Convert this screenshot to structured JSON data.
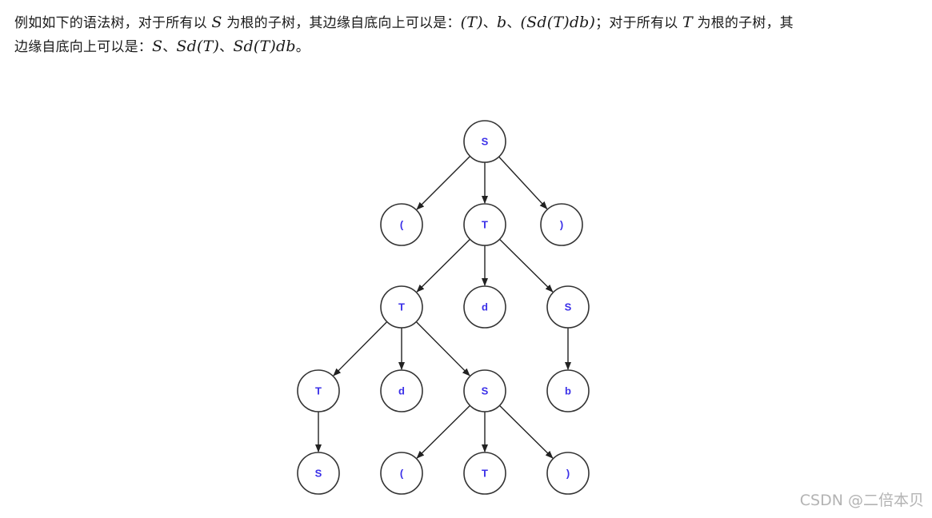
{
  "paragraph": {
    "part1": "例如如下的语法树，对于所有以 ",
    "sym_S": "S",
    "part2": " 为根的子树，其边缘自底向上可以是：",
    "edge1": "(T)",
    "sep1": "、",
    "edge2": "b",
    "sep2": "、",
    "edge3": "(Sd(T)db)",
    "part3": "；对于所有以 ",
    "sym_T": "T",
    "part4": " 为根的子树，其",
    "part5": "边缘自底向上可以是：",
    "tedge1": "S",
    "sep3": "、",
    "tedge2": "Sd(T)",
    "sep4": "、",
    "tedge3": "Sd(T)db",
    "end": "。"
  },
  "tree": {
    "nodes": [
      {
        "id": "n1",
        "label": "S"
      },
      {
        "id": "n2",
        "label": "("
      },
      {
        "id": "n3",
        "label": "T"
      },
      {
        "id": "n4",
        "label": ")"
      },
      {
        "id": "n5",
        "label": "T"
      },
      {
        "id": "n6",
        "label": "d"
      },
      {
        "id": "n7",
        "label": "S"
      },
      {
        "id": "n8",
        "label": "T"
      },
      {
        "id": "n9",
        "label": "d"
      },
      {
        "id": "n10",
        "label": "S"
      },
      {
        "id": "n11",
        "label": "b"
      },
      {
        "id": "n12",
        "label": "S"
      },
      {
        "id": "n13",
        "label": "("
      },
      {
        "id": "n14",
        "label": "T"
      },
      {
        "id": "n15",
        "label": ")"
      }
    ],
    "edges": [
      [
        "n1",
        "n2"
      ],
      [
        "n1",
        "n3"
      ],
      [
        "n1",
        "n4"
      ],
      [
        "n3",
        "n5"
      ],
      [
        "n3",
        "n6"
      ],
      [
        "n3",
        "n7"
      ],
      [
        "n5",
        "n8"
      ],
      [
        "n5",
        "n9"
      ],
      [
        "n5",
        "n10"
      ],
      [
        "n7",
        "n11"
      ],
      [
        "n8",
        "n12"
      ],
      [
        "n10",
        "n13"
      ],
      [
        "n10",
        "n14"
      ],
      [
        "n10",
        "n15"
      ]
    ],
    "colors": {
      "node_stroke": "#333333",
      "label": "#3b30e8",
      "edge": "#222222"
    }
  },
  "watermark": "CSDN @二倍本贝"
}
